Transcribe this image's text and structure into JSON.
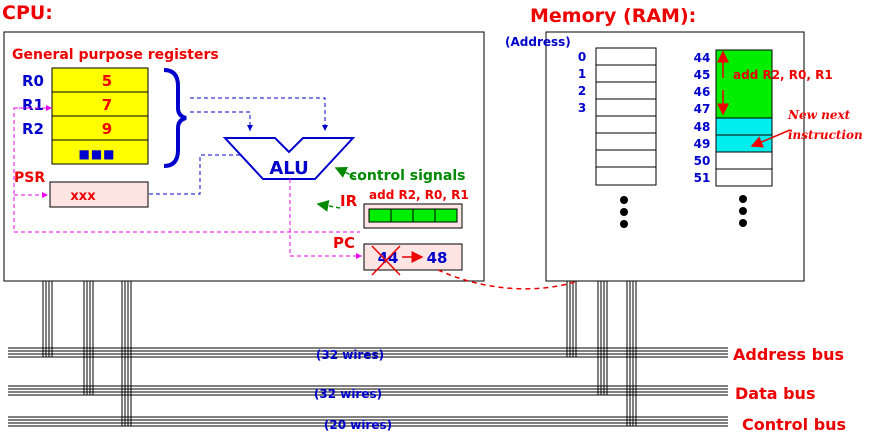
{
  "cpu": {
    "title": "CPU:",
    "registers_title": "General purpose registers",
    "registers": [
      {
        "label": "R0",
        "value": "5"
      },
      {
        "label": "R1",
        "value": "7"
      },
      {
        "label": "R2",
        "value": "9"
      }
    ],
    "more_registers": "■■■",
    "psr": {
      "label": "PSR",
      "value": "xxx"
    },
    "alu": "ALU",
    "control_signals": "control signals",
    "ir": {
      "label": "IR",
      "instruction": "add R2, R0, R1"
    },
    "pc": {
      "label": "PC",
      "old_value": "44",
      "new_value": "48"
    }
  },
  "memory": {
    "title": "Memory (RAM):",
    "address_header": "(Address)",
    "left_addresses": [
      "0",
      "1",
      "2",
      "3"
    ],
    "right_addresses": [
      "44",
      "45",
      "46",
      "47",
      "48",
      "49",
      "50",
      "51"
    ],
    "instruction_label": "add R2, R0, R1",
    "next_instruction_note": [
      "New next",
      "instruction"
    ]
  },
  "buses": [
    {
      "label": "Address bus",
      "wires": "(32 wires)"
    },
    {
      "label": "Data bus",
      "wires": "(32 wires)"
    },
    {
      "label": "Control bus",
      "wires": "(20 wires)"
    }
  ],
  "colors": {
    "red": "#ee0000",
    "blue": "#0000cc",
    "green": "#008800",
    "yellow": "#ffff00",
    "pink": "#ffe4e4",
    "bright_green": "#00ee00",
    "cyan": "#00eeee",
    "magenta": "#ee00ee"
  }
}
